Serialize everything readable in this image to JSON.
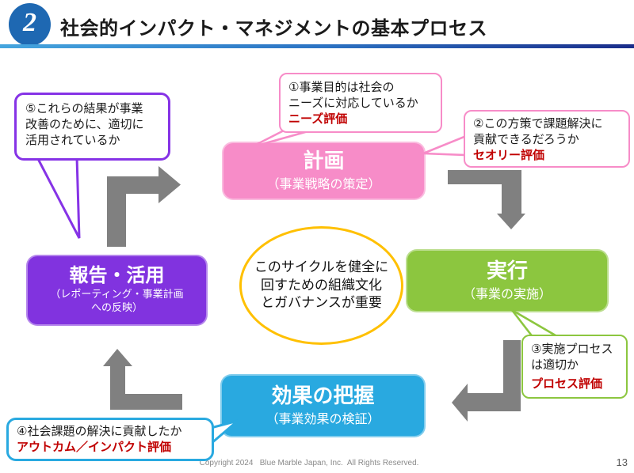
{
  "page": {
    "badge": "2",
    "title": "社会的インパクト・マネジメントの基本プロセス",
    "footer": "Copyright 2024   Blue Marble Japan, Inc.  All Rights Reserved.",
    "page_number": "13"
  },
  "cycle": {
    "plan": {
      "title": "計画",
      "subtitle": "（事業戦略の策定）",
      "color": "#F78CC8"
    },
    "do": {
      "title": "実行",
      "subtitle": "（事業の実施）",
      "color": "#8CC63F"
    },
    "check": {
      "title": "効果の把握",
      "subtitle": "（事業効果の検証）",
      "color": "#29A9E0"
    },
    "act": {
      "title": "報告・活用",
      "subtitle_lines": [
        "（レポーティング・事業計画",
        "への反映）"
      ],
      "color": "#8133DF"
    }
  },
  "center_note": {
    "lines": [
      "このサイクルを健全に",
      "回すための組織文化",
      "とガバナンスが重要"
    ],
    "border_color": "#FFC000"
  },
  "callouts": [
    {
      "lines": [
        "①事業目的は社会の",
        "ニーズに対応しているか"
      ],
      "emphasis": "ニーズ評価",
      "border_color": "#F78CC8"
    },
    {
      "lines": [
        "②この方策で課題解決に",
        "貢献できるだろうか"
      ],
      "emphasis": "セオリー評価",
      "border_color": "#F78CC8"
    },
    {
      "lines": [
        "③実施プロセス",
        "は適切か"
      ],
      "emphasis": "プロセス評価",
      "border_color": "#8CC63F"
    },
    {
      "lines": [
        "④社会課題の解決に貢献したか"
      ],
      "emphasis": "アウトカム／インパクト評価",
      "border_color": "#29A9E0"
    },
    {
      "lines": [
        "⑤これらの結果が事業",
        "改善のために、適切に",
        "活用されているか"
      ],
      "emphasis": "",
      "border_color": "#8633E6"
    }
  ],
  "colors": {
    "header_blue": "#1E68B2",
    "arrow_gray": "#808080",
    "emphasis_red": "#C00000",
    "ring_orange": "#FFC000"
  }
}
